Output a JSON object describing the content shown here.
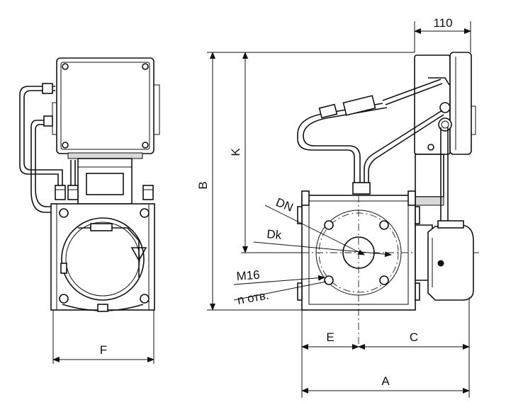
{
  "dimensions": {
    "width_110": "110",
    "height_b": "B",
    "height_k": "K",
    "width_f": "F",
    "width_e": "E",
    "width_c": "C",
    "width_a": "A"
  },
  "callouts": {
    "nominal_diameter": "DN",
    "bolt_circle": "Dk",
    "thread": "M16",
    "holes": "n отв."
  },
  "colors": {
    "line": "#111111",
    "background": "#ffffff"
  }
}
